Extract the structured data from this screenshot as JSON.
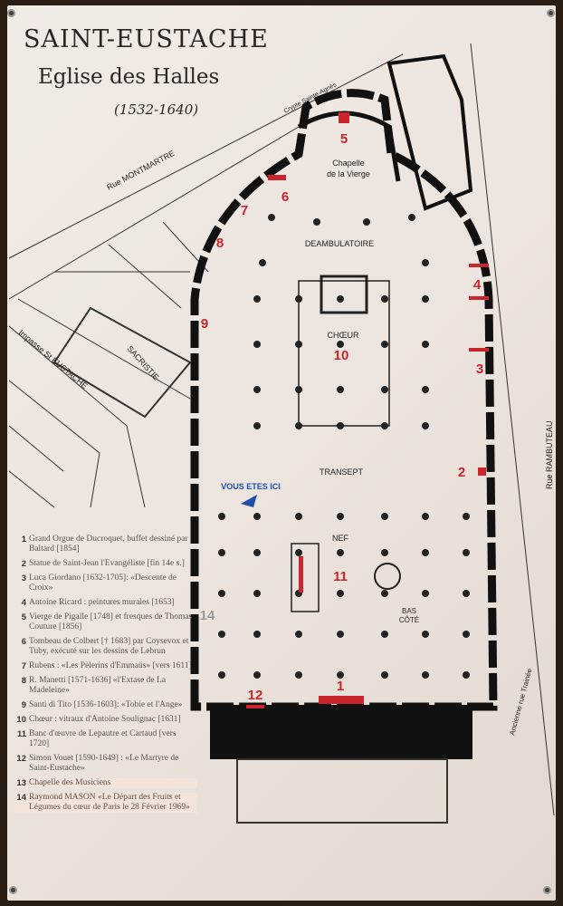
{
  "header": {
    "title": "SAINT-EUSTACHE",
    "subtitle": "Eglise des Halles",
    "dates": "(1532-1640)"
  },
  "streets": {
    "montmartre": "Rue MONTMARTRE",
    "crypte": "Crypte Sainte-Agnès",
    "impasse": "Impasse St EUSTACHE",
    "rambuteau": "Rue RAMBUTEAU",
    "trainee": "Ancienne rue Trainée"
  },
  "areas": {
    "chapelle1": "Chapelle",
    "chapelle2": "de la Vierge",
    "deambulatoire": "DEAMBULATOIRE",
    "choeur": "CHŒUR",
    "transept": "TRANSEPT",
    "vous": "VOUS ETES ICI",
    "nef": "NEF",
    "bas1": "BAS",
    "bas2": "CÔTÉ",
    "sacristie": "SACRISTIE"
  },
  "markers": [
    "1",
    "2",
    "3",
    "4",
    "5",
    "6",
    "7",
    "8",
    "9",
    "10",
    "11",
    "12",
    "14"
  ],
  "colors": {
    "marker": "#c8262c",
    "you_are_here": "#1f4fa8"
  },
  "legend": [
    {
      "n": "1",
      "t": "Grand Orgue de Ducroquet, buffet dessiné par Baltard [1854]"
    },
    {
      "n": "2",
      "t": "Statue de Saint-Jean l'Evangéliste [fin 14e s.]"
    },
    {
      "n": "3",
      "t": "Luca Giordano [1632-1705]: «Descente de Croix»"
    },
    {
      "n": "4",
      "t": "Antoine Ricard : peintures murales [1653]"
    },
    {
      "n": "5",
      "t": "Vierge de Pigalle [1748] et fresques de Thomas Couture [1856]"
    },
    {
      "n": "6",
      "t": "Tombeau de Colbert [† 1683] par Coysevox et Tuby, exécuté sur les dessins de Lebrun"
    },
    {
      "n": "7",
      "t": "Rubens : «Les Pèlerins d'Emmaüs» [vers 1611]"
    },
    {
      "n": "8",
      "t": "R. Manetti [1571-1636] «l'Extase de La Madeleine»"
    },
    {
      "n": "9",
      "t": "Santi di Tito [1536-1603]: «Tobie et l'Ange»"
    },
    {
      "n": "10",
      "t": "Chœur : vitraux d'Antoine Soulignac [1631]"
    },
    {
      "n": "11",
      "t": "Banc d'œuvre de Lepautre et Cartaud [vers 1720]"
    },
    {
      "n": "12",
      "t": "Simon Vouet [1590-1649] : «Le Martyre de Saint-Eustache»"
    },
    {
      "n": "13",
      "t": "Chapelle des Musiciens"
    },
    {
      "n": "14",
      "t": "Raymond MASON «Le Départ des Fruits et Légumes du cœur de Paris le 28 Février 1969»"
    }
  ]
}
